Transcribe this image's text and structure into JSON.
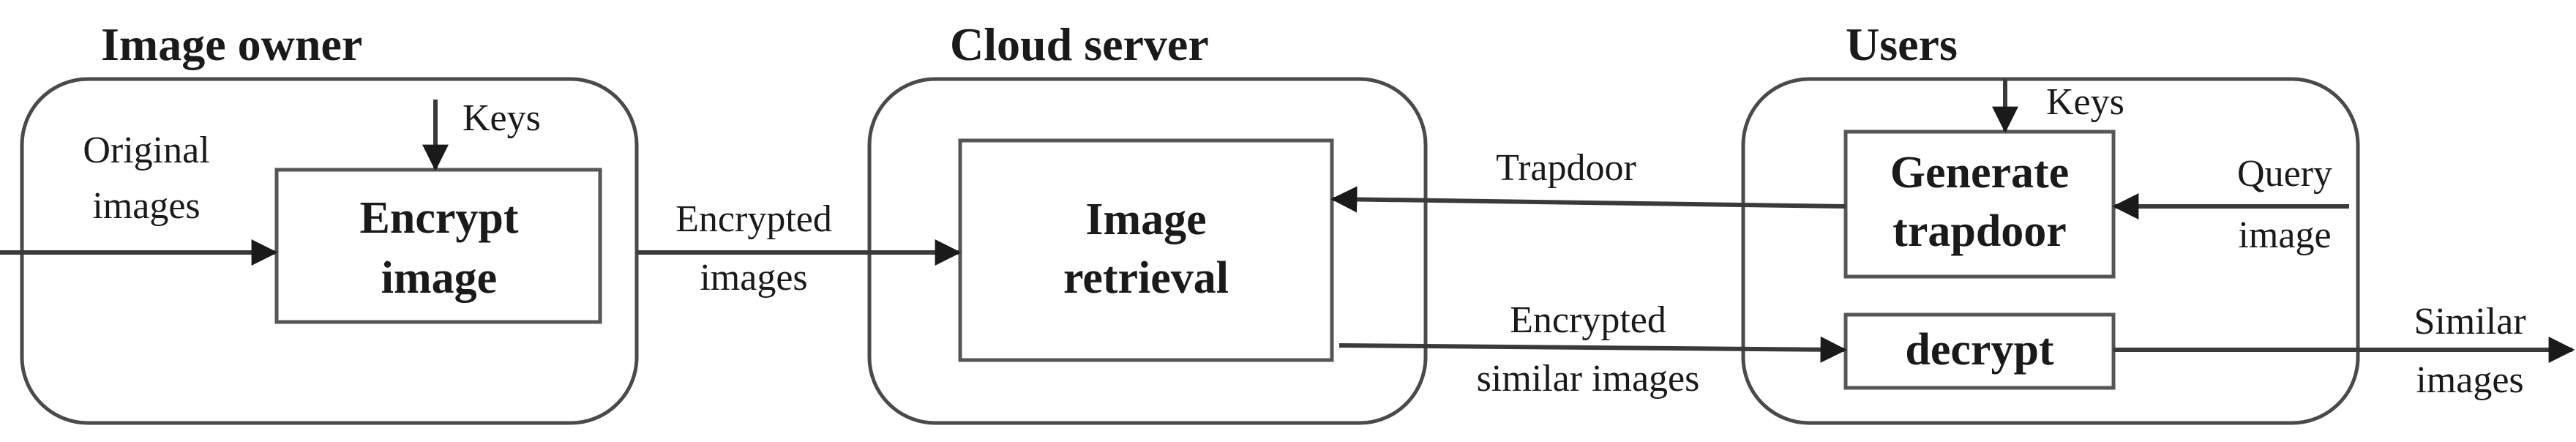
{
  "sections": {
    "image_owner": "Image owner",
    "cloud_server": "Cloud server",
    "users": "Users"
  },
  "boxes": {
    "encrypt": [
      "Encrypt",
      "image"
    ],
    "retrieval": [
      "Image",
      "retrieval"
    ],
    "trapdoor": [
      "Generate",
      "trapdoor"
    ],
    "decrypt": "decrypt"
  },
  "edges": {
    "original_images": [
      "Original",
      "images"
    ],
    "keys_owner": "Keys",
    "encrypted_images": [
      "Encrypted",
      "images"
    ],
    "trapdoor": "Trapdoor",
    "keys_users": "Keys",
    "query_image": [
      "Query",
      "image"
    ],
    "encrypted_similar_images": [
      "Encrypted",
      "similar images"
    ],
    "similar_images": [
      "Similar",
      "images"
    ]
  }
}
